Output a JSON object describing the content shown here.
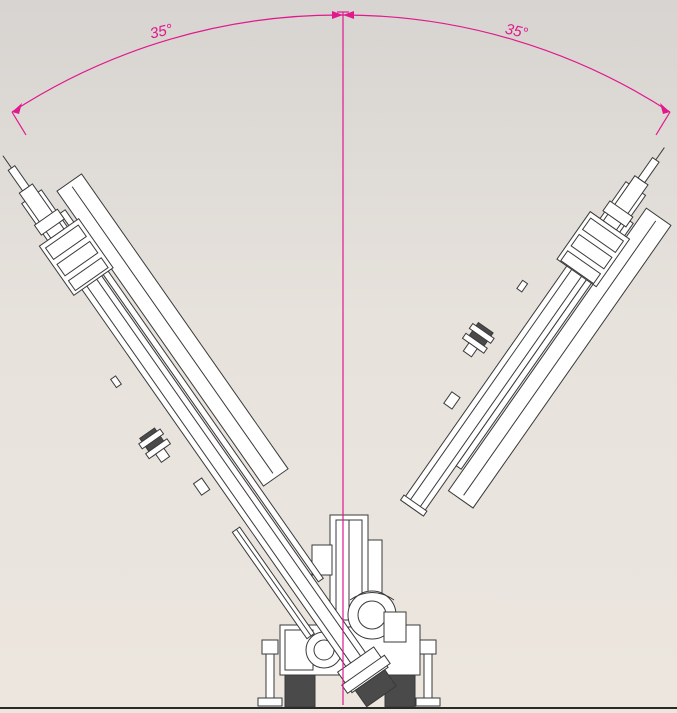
{
  "diagram": {
    "angles": [
      {
        "side": "left",
        "degrees": 35,
        "label": "35°"
      },
      {
        "side": "right",
        "degrees": 35,
        "label": "35°"
      }
    ],
    "colors": {
      "dimension": "#e0198c",
      "outline": "#3a3a3a",
      "fill": "#ffffff",
      "dark_part": "#4a4a4a"
    }
  }
}
